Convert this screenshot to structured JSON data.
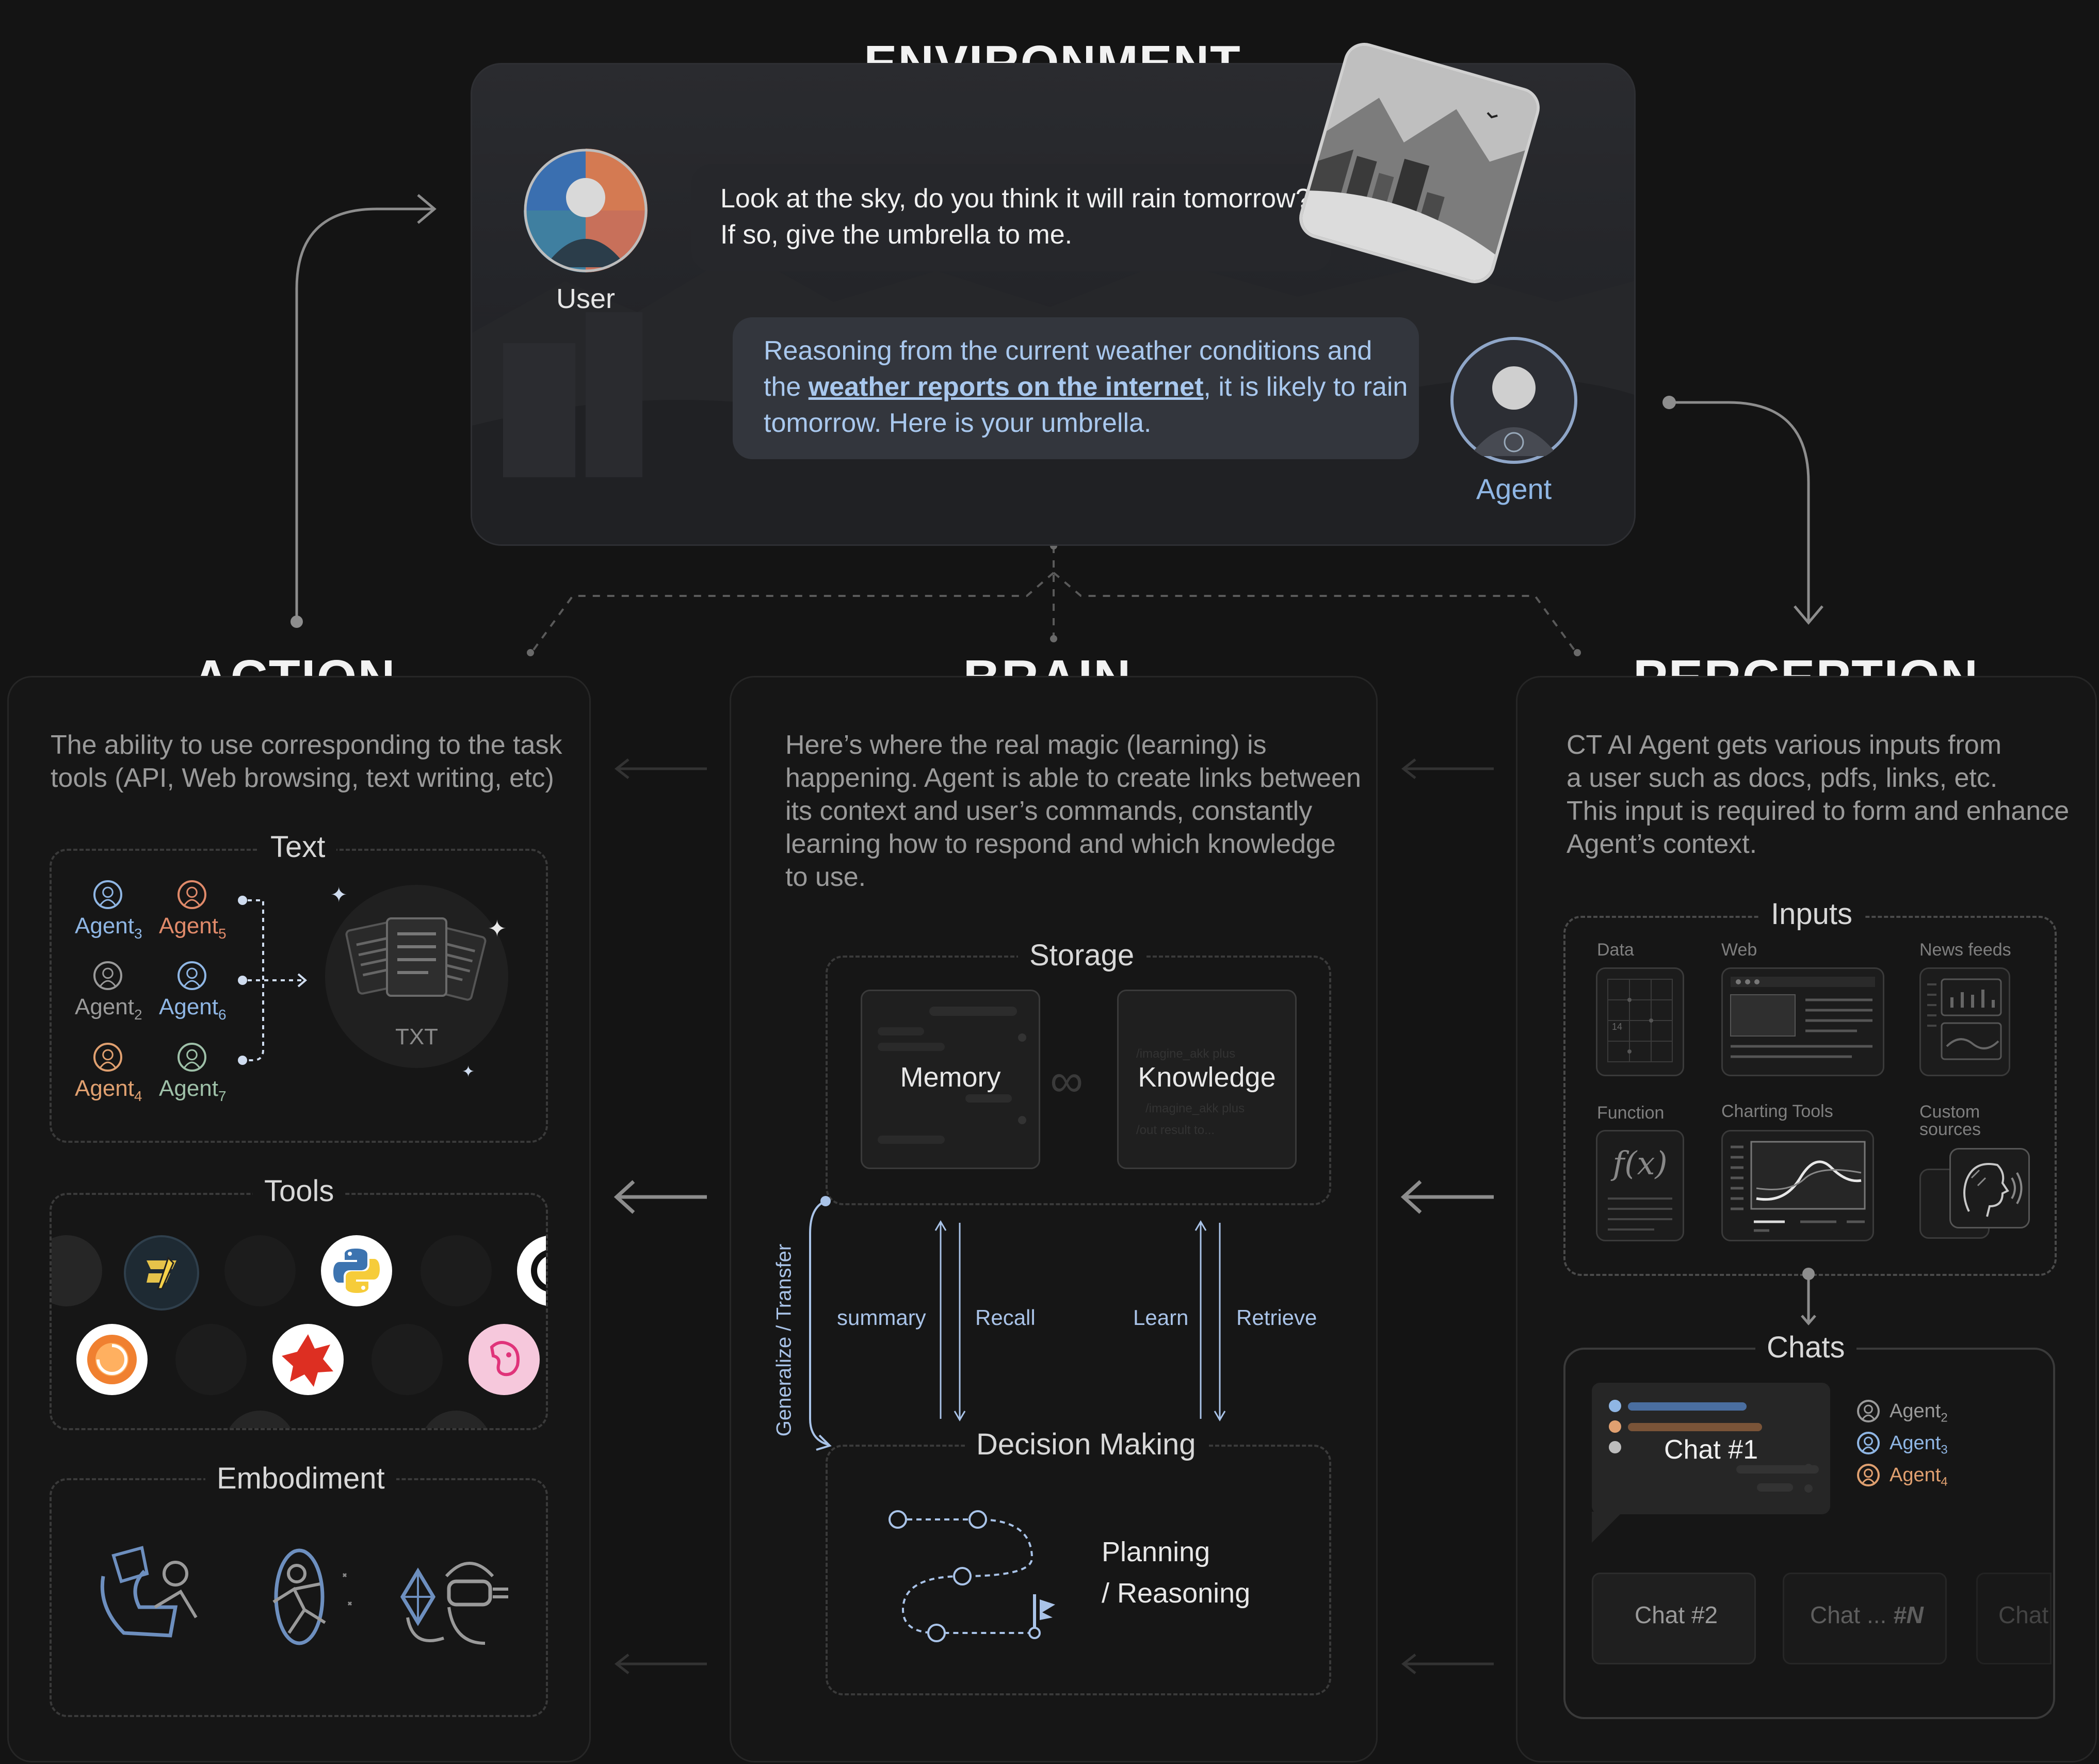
{
  "environment": {
    "title": "ENVIRONMENT",
    "user_label": "User",
    "agent_label": "Agent",
    "user_message_line1": "Look at the sky, do you think it will rain tomorrow?",
    "user_message_line2": "If so, give the umbrella to me.",
    "agent_message_part1": "Reasoning from the current weather conditions and",
    "agent_message_part2a": "the ",
    "agent_message_link": "weather reports on the internet",
    "agent_message_part2b": ", it is likely to rain",
    "agent_message_part3": "tomorrow. Here is your umbrella."
  },
  "action": {
    "title": "ACTION",
    "description_line1": "The ability to use corresponding to the task",
    "description_line2": "tools (API, Web browsing, text writing, etc)",
    "text_box": {
      "label": "Text",
      "agents": [
        {
          "name": "Agent",
          "sub": "3",
          "color": "#8fb6e4"
        },
        {
          "name": "Agent",
          "sub": "5",
          "color": "#e08a6a"
        },
        {
          "name": "Agent",
          "sub": "2",
          "color": "#9a9a9a"
        },
        {
          "name": "Agent",
          "sub": "6",
          "color": "#8fb6e4"
        },
        {
          "name": "Agent",
          "sub": "4",
          "color": "#e0a070"
        },
        {
          "name": "Agent",
          "sub": "7",
          "color": "#9ec0a8"
        }
      ],
      "txt_label": "TXT"
    },
    "tools_label": "Tools",
    "embodiment_label": "Embodiment"
  },
  "brain": {
    "title": "BRAIN",
    "description_lines": [
      "Here’s where the real magic (learning) is",
      "happening. Agent is able to create links between",
      "its context and user’s commands, constantly",
      "learning how to respond and which knowledge",
      "to use."
    ],
    "storage_label": "Storage",
    "memory_label": "Memory",
    "knowledge_label": "Knowledge",
    "faded_knowledge_lines": [
      "/imagine_akk plus",
      "/imagine_akk plus",
      "/out result to..."
    ],
    "generalize_label": "Generalize / Transfer",
    "summary_label": "summary",
    "recall_label": "Recall",
    "learn_label": "Learn",
    "retrieve_label": "Retrieve",
    "decision_label": "Decision Making",
    "planning_line1": "Planning",
    "planning_line2": "/ Reasoning"
  },
  "perception": {
    "title": "PERCEPTION",
    "description_lines": [
      "CT AI Agent gets various inputs from",
      "a user such as docs, pdfs, links, etc.",
      "This input is required to form and enhance",
      "Agent’s context."
    ],
    "inputs_label": "Inputs",
    "input_items": [
      "Data",
      "Web",
      "News feeds",
      "Function",
      "Charting Tools",
      "Custom sources"
    ],
    "function_glyph": "f(x)",
    "data_cell_text": "14",
    "chats_label": "Chats",
    "chat1_label": "Chat #1",
    "chat2_label": "Chat #2",
    "chat_n_prefix": "Chat ... ",
    "chat_n_suffix": "#N",
    "chat_faded_label": "Chat",
    "chat_agents": [
      {
        "name": "Agent",
        "sub": "2",
        "color": "#9a9a9a"
      },
      {
        "name": "Agent",
        "sub": "3",
        "color": "#8fb6e4"
      },
      {
        "name": "Agent",
        "sub": "4",
        "color": "#e0a070"
      }
    ]
  },
  "colors": {
    "background": "#141414",
    "accent_blue": "#8fb6e4",
    "accent_orange": "#e0a070",
    "text_gray": "#9a9a9a"
  }
}
